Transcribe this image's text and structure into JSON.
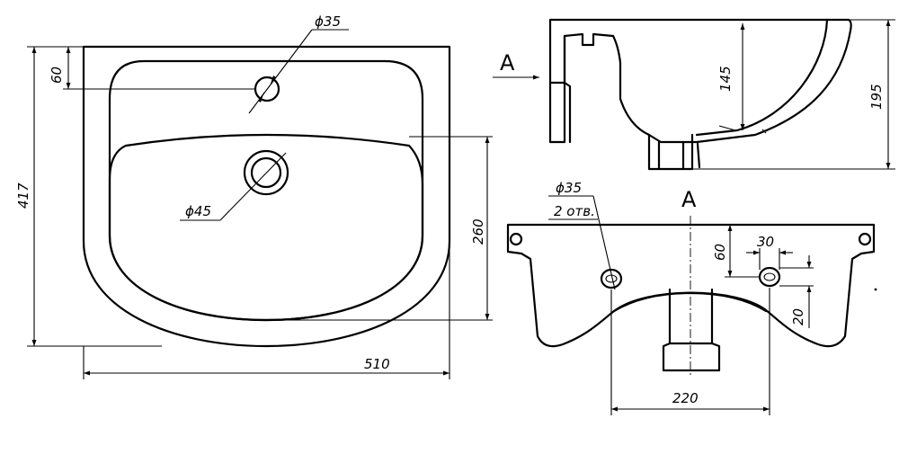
{
  "drawing": {
    "plan": {
      "width": "510",
      "depth": "417",
      "tap_hole_offset": "60",
      "tap_hole_diameter": "ϕ35",
      "drain_diameter": "ϕ45",
      "bowl_depth": "260"
    },
    "side_view": {
      "view_marker": "A",
      "inner_height": "145",
      "total_height": "195"
    },
    "view_a": {
      "title": "A",
      "hole_diameter": "ϕ35",
      "hole_count": "2 отв.",
      "hole_height": "60",
      "hole_slot_length": "30",
      "hole_slot_width": "20",
      "hole_spacing": "220"
    }
  }
}
